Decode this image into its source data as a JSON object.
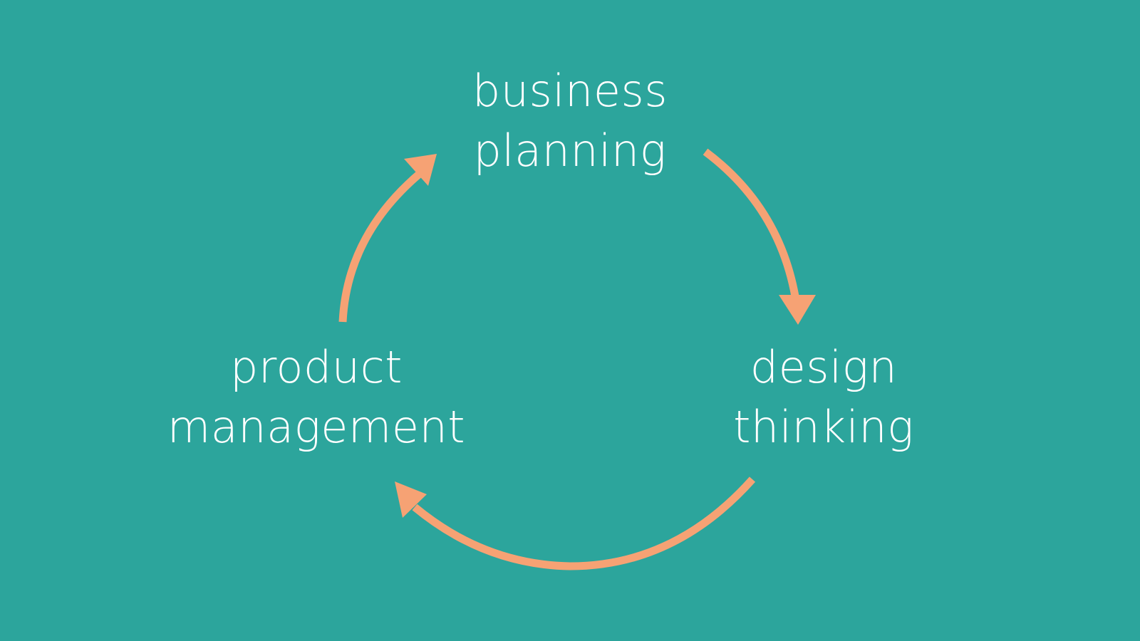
{
  "colors": {
    "background": "#2ca59c",
    "arrow": "#f6a274",
    "text": "#ffffff"
  },
  "nodes": {
    "business_planning": {
      "line1": "business",
      "line2": "planning"
    },
    "design_thinking": {
      "line1": "design",
      "line2": "thinking"
    },
    "product_management": {
      "line1": "product",
      "line2": "management"
    }
  },
  "edges": [
    {
      "from": "business_planning",
      "to": "design_thinking"
    },
    {
      "from": "design_thinking",
      "to": "product_management"
    },
    {
      "from": "product_management",
      "to": "business_planning"
    }
  ]
}
